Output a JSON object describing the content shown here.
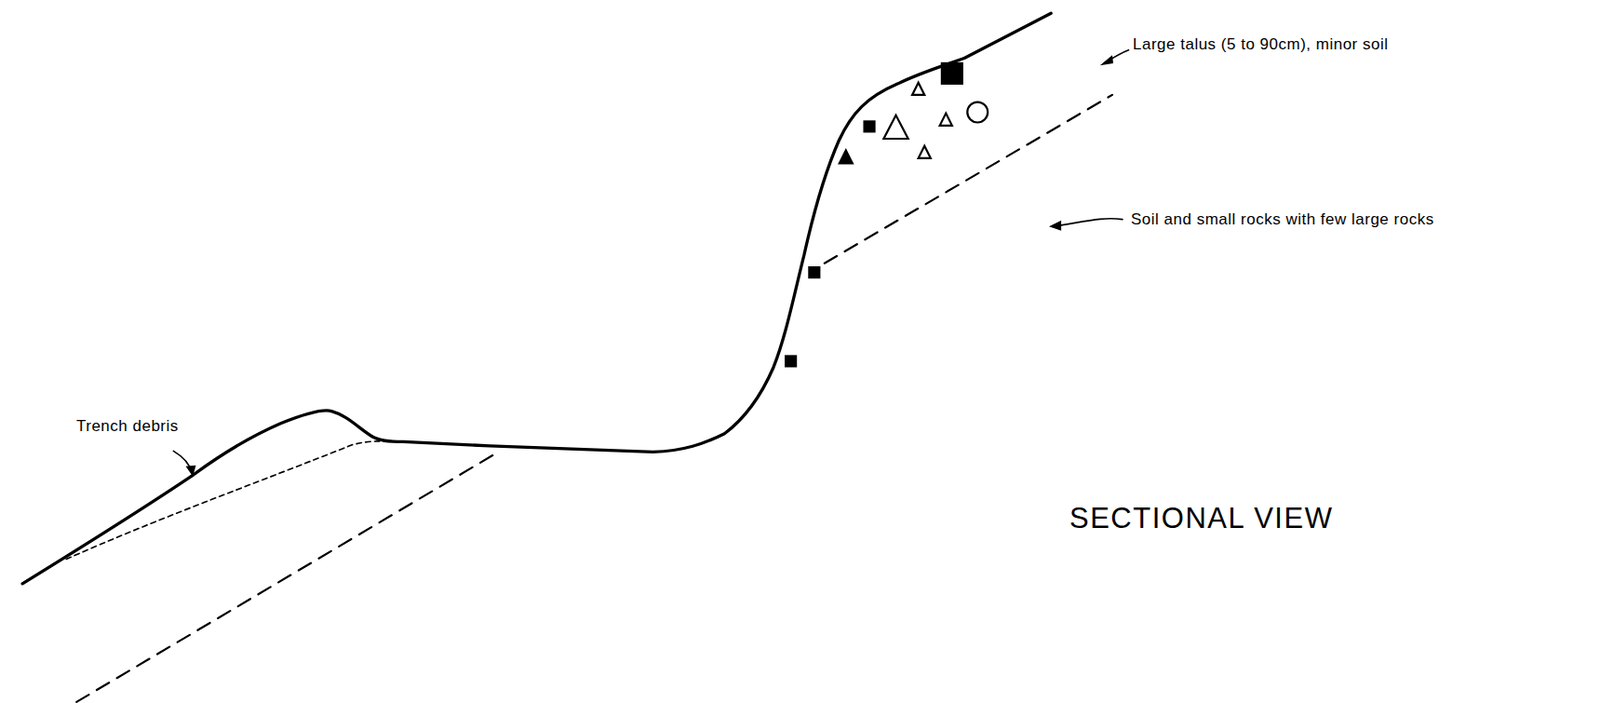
{
  "diagram": {
    "title": "SECTIONAL VIEW",
    "labels": [
      "Large talus (5 to 90cm), minor soil",
      "Soil and small rocks with few large rocks",
      "Trench debris"
    ]
  }
}
